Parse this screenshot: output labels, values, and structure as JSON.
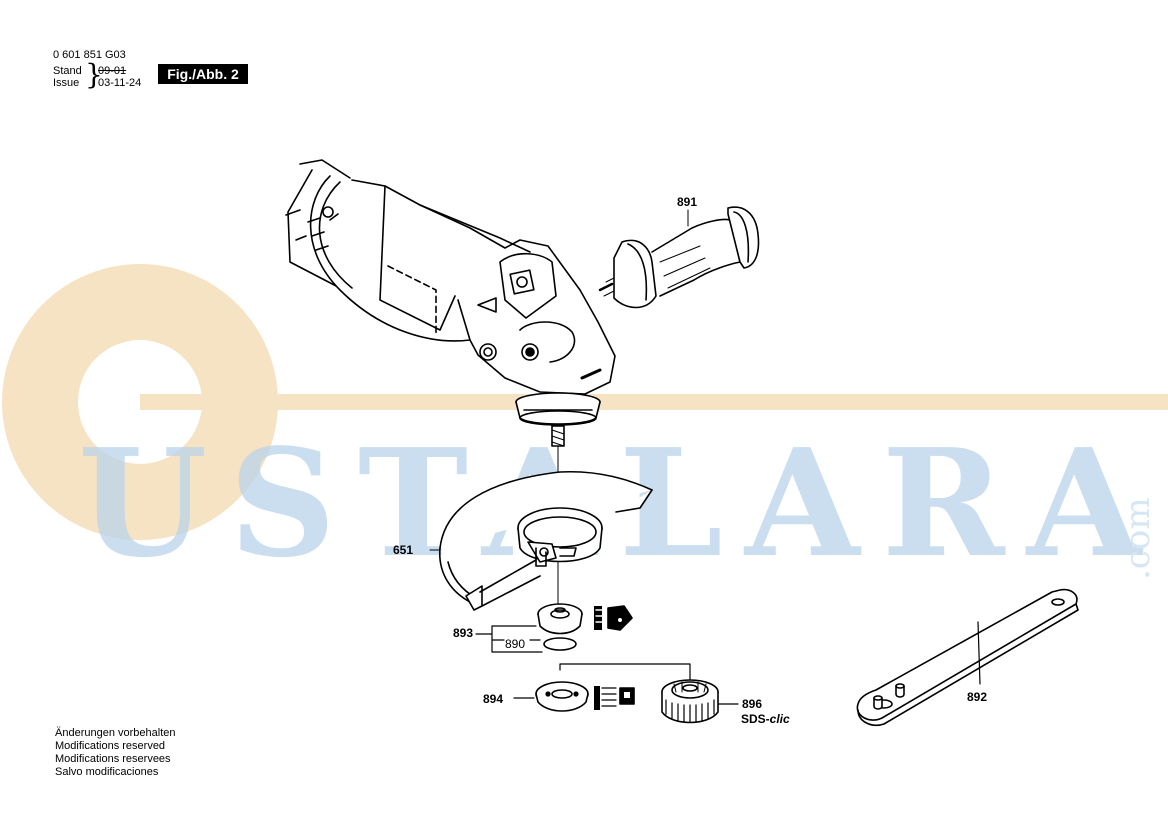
{
  "header": {
    "doc_number": "0 601 851 G03",
    "stand_label": "Stand",
    "issue_label": "Issue",
    "stand_date_old": "09-01",
    "issue_date": "03-11-24",
    "figure_label": "Fig./Abb. 2"
  },
  "watermark": {
    "text": "USTALARA",
    "suffix": ".com",
    "colors": {
      "logo_orange": "#f6e3c4",
      "logo_blue": "#b9d3ea"
    }
  },
  "parts": {
    "auxiliary_handle": "891",
    "protection_guard": "651",
    "mounting_flange": "893",
    "o_ring": "890",
    "clamping_nut": "894",
    "quick_clamp_nut": "896",
    "quick_clamp_name_prefix": "SDS-",
    "quick_clamp_name_suffix": "clic",
    "two_pin_spanner": "892"
  },
  "footer_notes": [
    "Änderungen vorbehalten",
    "Modifications reserved",
    "Modifications reservees",
    "Salvo modificaciones"
  ]
}
